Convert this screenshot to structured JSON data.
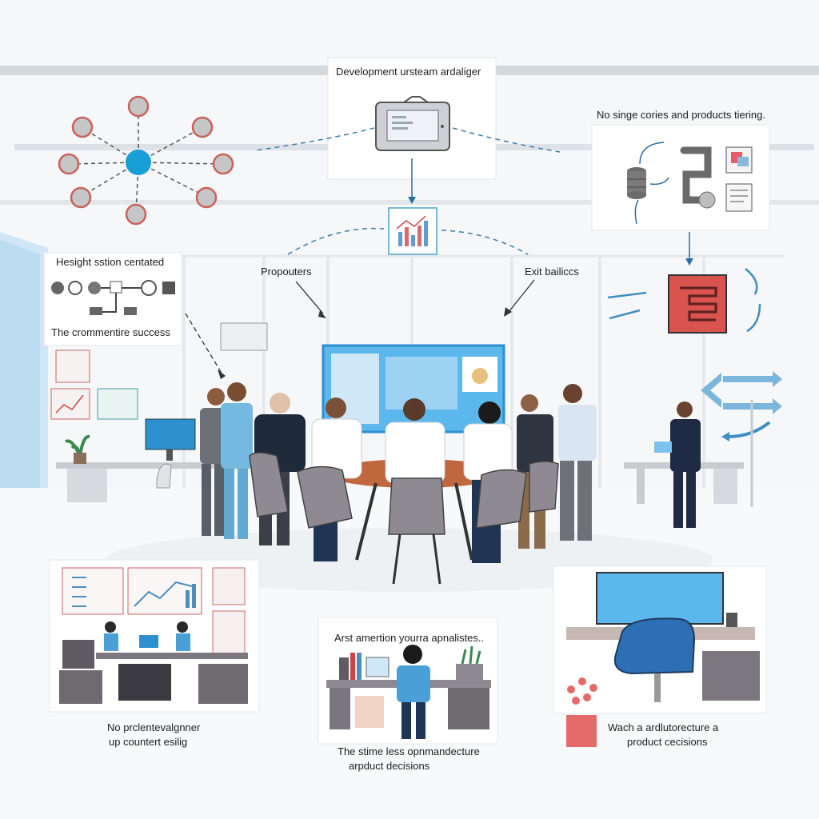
{
  "labels": {
    "top_center": "Development ursteam ardaliger",
    "top_right": "No singe cories and products tiering.",
    "left_panel_title": "Hesight sstion centated",
    "left_panel_caption": "The crommentire success",
    "arrow_left": "Propouters",
    "arrow_right": "Exit bailiccs",
    "bottom_left_line1": "No prclentevalgnner",
    "bottom_left_line2": "up  countert esilig",
    "bottom_center_top": "Arst amertion yourra apnalistes..",
    "bottom_center_line1": "The stime less opnmandecture",
    "bottom_center_line2": "arpduct decisions",
    "bottom_right_line1": "Wach a ardlutorecture a",
    "bottom_right_line2": "product cecisions"
  },
  "colors": {
    "background": "#f4f6f8",
    "accent_blue": "#2b8fd4",
    "screen_blue": "#5bb7ec",
    "hub_blue": "#1a9ed8",
    "node_gray": "#c4c4c4",
    "node_ring": "#c9625a",
    "red_box": "#d9534f",
    "dark_navy": "#1f3553",
    "chair_blue": "#2d6fb3"
  },
  "icons": {
    "network": "network-diagram-icon",
    "tablet": "tablet-icon",
    "chart": "chart-icon",
    "database": "database-icon",
    "flow_arrows": "flow-arrows-icon"
  }
}
